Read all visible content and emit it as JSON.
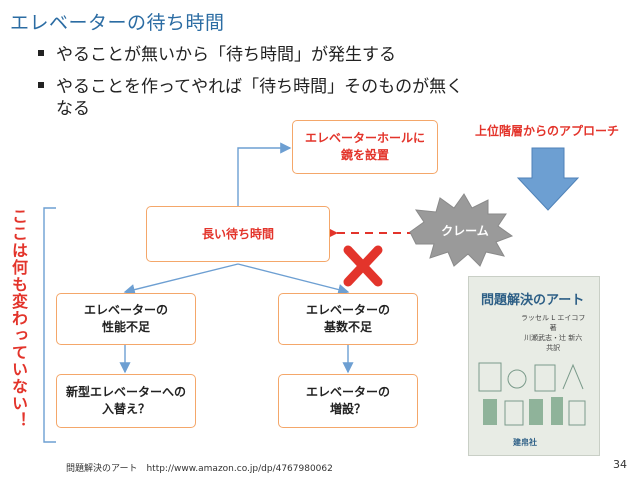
{
  "slide": {
    "title": "エレベーターの待ち時間",
    "bullets": [
      "やることが無いから「待ち時間」が発生する",
      "やることを作ってやれば「待ち時間」そのものが無く",
      "なる"
    ],
    "side_label": "ここは何も変わっていない！",
    "approach_label": "上位階層からのアプローチ",
    "footer": "問題解決のアート　http://www.amazon.co.jp/dp/4767980062",
    "page_number": "34"
  },
  "diagram": {
    "mirror_box": [
      "エレベーターホールに",
      "鏡を設置"
    ],
    "wait_box": "長い待ち時間",
    "complaint": "クレーム",
    "performance_box": [
      "エレベーターの",
      "性能不足"
    ],
    "count_box": [
      "エレベーターの",
      "基数不足"
    ],
    "replace_box": [
      "新型エレベーターへの",
      "入替え？"
    ],
    "add_box": [
      "エレベーターの",
      "増設？"
    ]
  },
  "book": {
    "title": "問題解決のアート",
    "author": [
      "ラッセル L エイコフ",
      "著",
      "川瀬武志・辻 新六",
      "共訳"
    ],
    "publisher": "建帛社"
  },
  "colors": {
    "title_blue": "#2b6ca3",
    "accent_red": "#e3342b",
    "box_border": "#f4a76a",
    "arrow_blue": "#6d9fd2",
    "cloud_gray": "#9a9a9a"
  }
}
